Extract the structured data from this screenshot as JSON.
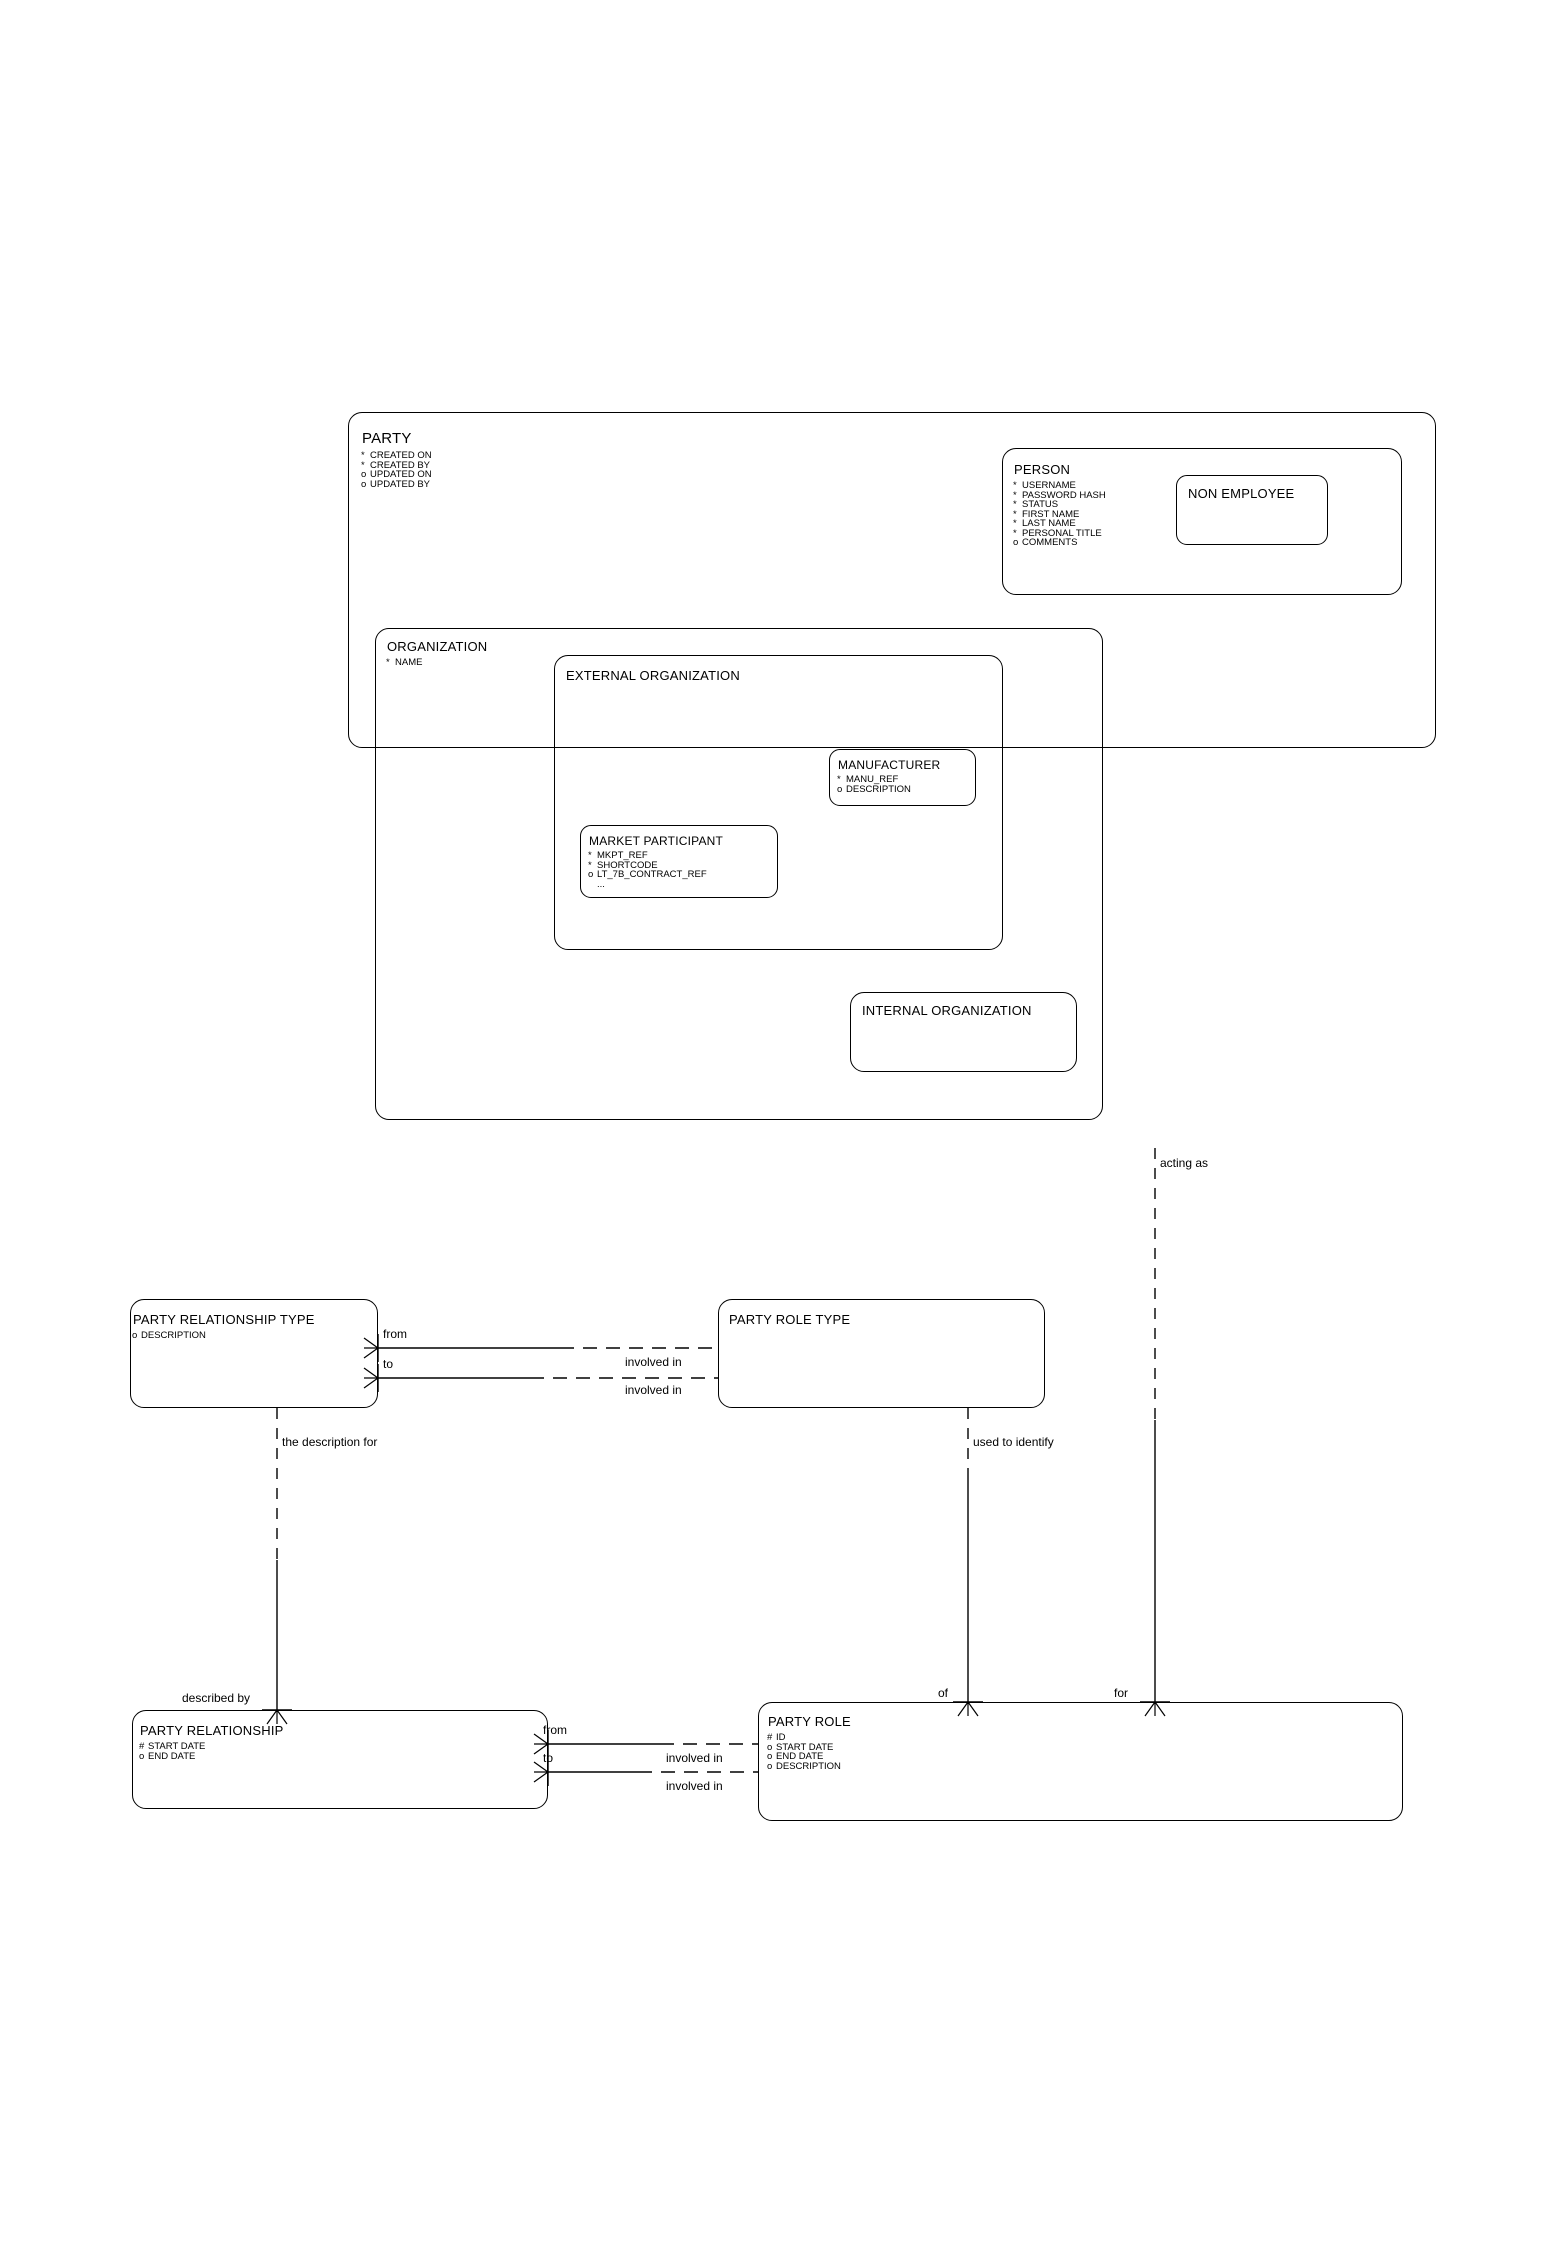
{
  "diagram": {
    "notation": "barker-er",
    "title": "Party Entity Relationship Diagram",
    "background": "#ffffff",
    "line_color": "#000000"
  },
  "entities": {
    "party": {
      "name": "PARTY",
      "attributes": [
        {
          "mark": "*",
          "label": "CREATED ON"
        },
        {
          "mark": "*",
          "label": "CREATED BY"
        },
        {
          "mark": "o",
          "label": "UPDATED ON"
        },
        {
          "mark": "o",
          "label": "UPDATED BY"
        }
      ]
    },
    "person": {
      "name": "PERSON",
      "attributes": [
        {
          "mark": "*",
          "label": "USERNAME"
        },
        {
          "mark": "*",
          "label": "PASSWORD HASH"
        },
        {
          "mark": "*",
          "label": "STATUS"
        },
        {
          "mark": "*",
          "label": "FIRST NAME"
        },
        {
          "mark": "*",
          "label": "LAST NAME"
        },
        {
          "mark": "*",
          "label": "PERSONAL TITLE"
        },
        {
          "mark": "o",
          "label": "COMMENTS"
        }
      ]
    },
    "non_employee": {
      "name": "NON EMPLOYEE",
      "attributes": []
    },
    "organization": {
      "name": "ORGANIZATION",
      "attributes": [
        {
          "mark": "*",
          "label": "NAME"
        }
      ]
    },
    "external_organization": {
      "name": "EXTERNAL ORGANIZATION",
      "attributes": []
    },
    "manufacturer": {
      "name": "MANUFACTURER",
      "attributes": [
        {
          "mark": "*",
          "label": "MANU_REF"
        },
        {
          "mark": "o",
          "label": "DESCRIPTION"
        }
      ]
    },
    "market_participant": {
      "name": "MARKET PARTICIPANT",
      "attributes": [
        {
          "mark": "*",
          "label": "MKPT_REF"
        },
        {
          "mark": "*",
          "label": "SHORTCODE"
        },
        {
          "mark": "o",
          "label": "LT_7B_CONTRACT_REF"
        },
        {
          "mark": "",
          "label": "..."
        }
      ]
    },
    "internal_organization": {
      "name": "INTERNAL ORGANIZATION",
      "attributes": []
    },
    "party_relationship_type": {
      "name": "PARTY RELATIONSHIP TYPE",
      "attributes": [
        {
          "mark": "o",
          "label": "DESCRIPTION"
        }
      ]
    },
    "party_role_type": {
      "name": "PARTY ROLE TYPE",
      "attributes": []
    },
    "party_relationship": {
      "name": "PARTY RELATIONSHIP",
      "attributes": [
        {
          "mark": "#",
          "label": "START DATE"
        },
        {
          "mark": "o",
          "label": "END DATE"
        }
      ]
    },
    "party_role": {
      "name": "PARTY ROLE",
      "attributes": [
        {
          "mark": "#",
          "label": "ID"
        },
        {
          "mark": "o",
          "label": "START DATE"
        },
        {
          "mark": "o",
          "label": "END DATE"
        },
        {
          "mark": "o",
          "label": "DESCRIPTION"
        }
      ]
    }
  },
  "relationship_labels": {
    "acting_as": "acting as",
    "prt_from": "from",
    "prt_to": "to",
    "prt_involved_in_1": "involved in",
    "prt_involved_in_2": "involved in",
    "the_description_for": "the description for",
    "used_to_identify": "used to identify",
    "described_by": "described by",
    "pr_from": "from",
    "pr_to": "to",
    "pr_involved_in_1": "involved in",
    "pr_involved_in_2": "involved in",
    "of": "of",
    "for": "for"
  }
}
